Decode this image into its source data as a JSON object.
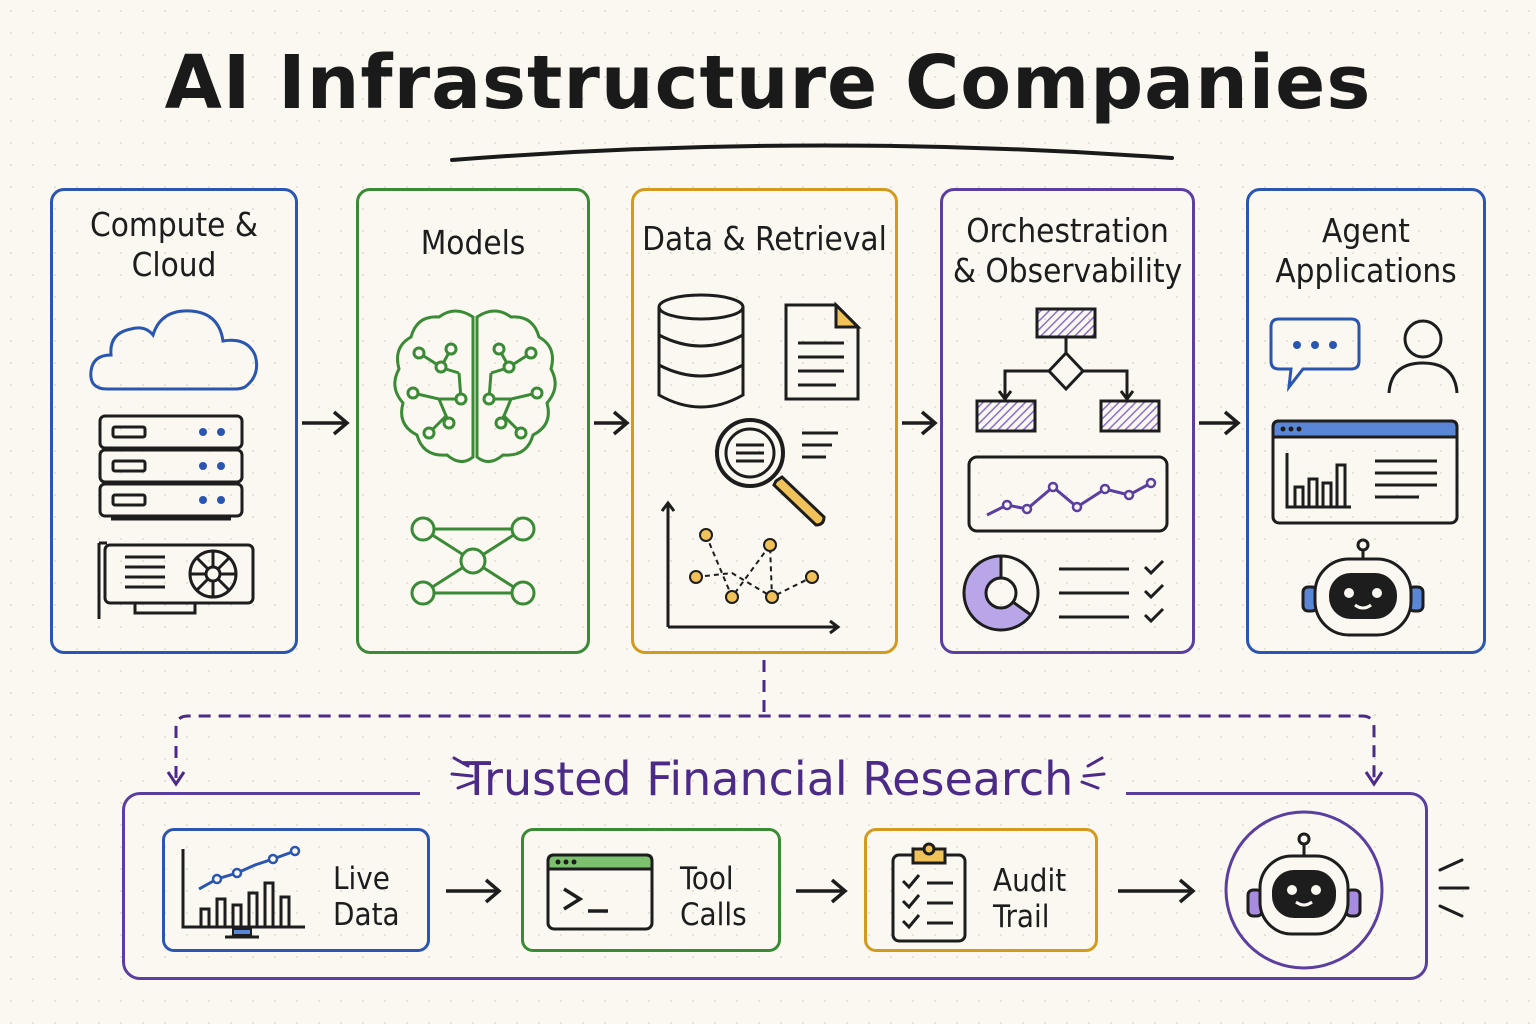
{
  "title": "AI Infrastructure Companies",
  "colors": {
    "compute": "#2a55b0",
    "models": "#3a8a36",
    "data": "#d29a1e",
    "orchestration": "#5a3fa0",
    "agents": "#2a55b0",
    "band": "#5a3fa0",
    "ink": "#1d1d1d"
  },
  "stages": [
    {
      "line1": "Compute &",
      "line2": "Cloud",
      "icons": [
        "cloud-icon",
        "server-rack-icon",
        "gpu-card-icon"
      ]
    },
    {
      "line1": "Models",
      "line2": "",
      "icons": [
        "brain-circuit-icon",
        "neural-network-icon"
      ]
    },
    {
      "line1": "Data & Retrieval",
      "line2": "",
      "icons": [
        "database-icon",
        "document-icon",
        "magnifier-icon",
        "scatter-chart-icon"
      ]
    },
    {
      "line1": "Orchestration",
      "line2": "& Observability",
      "icons": [
        "flowchart-icon",
        "line-chart-icon",
        "donut-chart-icon",
        "checklist-icon"
      ]
    },
    {
      "line1": "Agent",
      "line2": "Applications",
      "icons": [
        "chat-bubble-icon",
        "user-icon",
        "dashboard-window-icon",
        "robot-icon"
      ]
    }
  ],
  "band": {
    "title": "Trusted Financial Research",
    "steps": [
      {
        "line1": "Live",
        "line2": "Data",
        "icon": "monitor-chart-icon"
      },
      {
        "line1": "Tool",
        "line2": "Calls",
        "icon": "terminal-icon"
      },
      {
        "line1": "Audit",
        "line2": "Trail",
        "icon": "clipboard-checklist-icon"
      }
    ],
    "result_icon": "robot-icon"
  }
}
